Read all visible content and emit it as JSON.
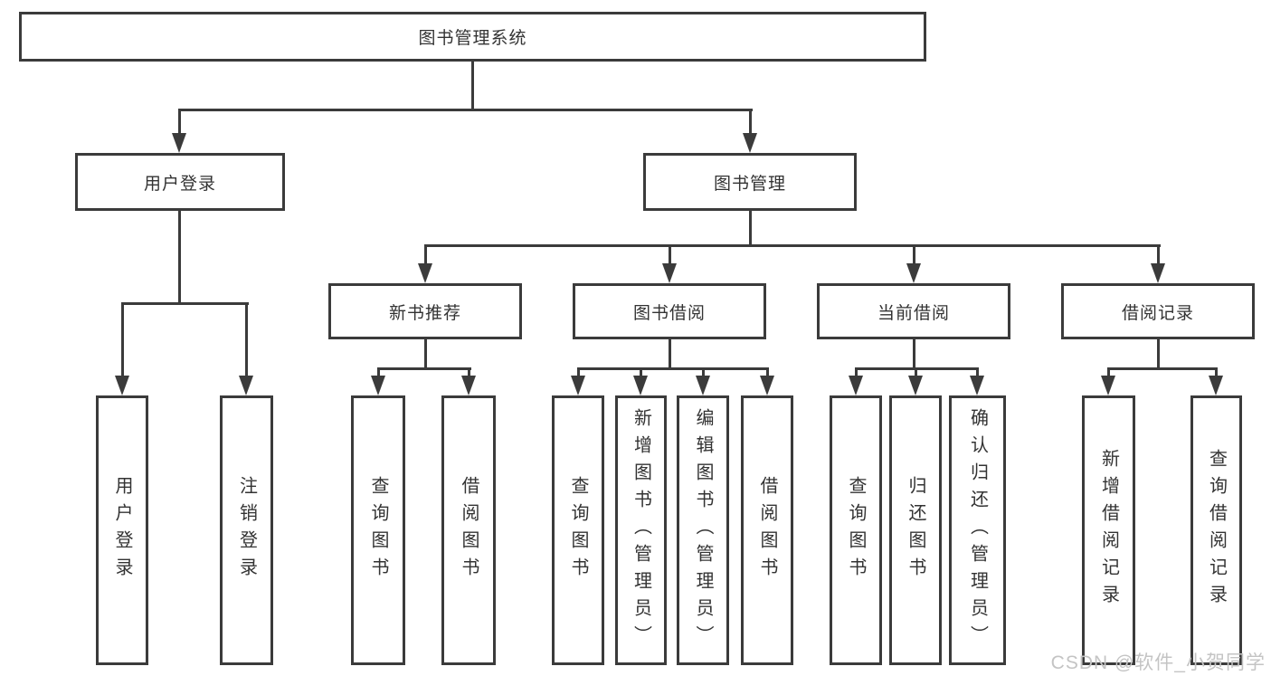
{
  "diagram": {
    "type": "tree",
    "root": {
      "label": "图书管理系统"
    },
    "level2": [
      {
        "label": "用户登录"
      },
      {
        "label": "图书管理"
      }
    ],
    "level3": [
      {
        "label": "新书推荐"
      },
      {
        "label": "图书借阅"
      },
      {
        "label": "当前借阅"
      },
      {
        "label": "借阅记录"
      }
    ],
    "leaves": {
      "user_login": [
        "用户登录",
        "注销登录"
      ],
      "new_book": [
        "查询图书",
        "借阅图书"
      ],
      "borrow": [
        "查询图书",
        "新增图书（管理员）",
        "编辑图书（管理员）",
        "借阅图书"
      ],
      "current": [
        "查询图书",
        "归还图书",
        "确认归还（管理员）"
      ],
      "records": [
        "新增借阅记录",
        "查询借阅记录"
      ]
    },
    "colors": {
      "line": "#3b3b3b",
      "text": "#333333",
      "watermark": "#c4c4c4"
    },
    "watermark": "CSDN @软件_小贺同学"
  }
}
